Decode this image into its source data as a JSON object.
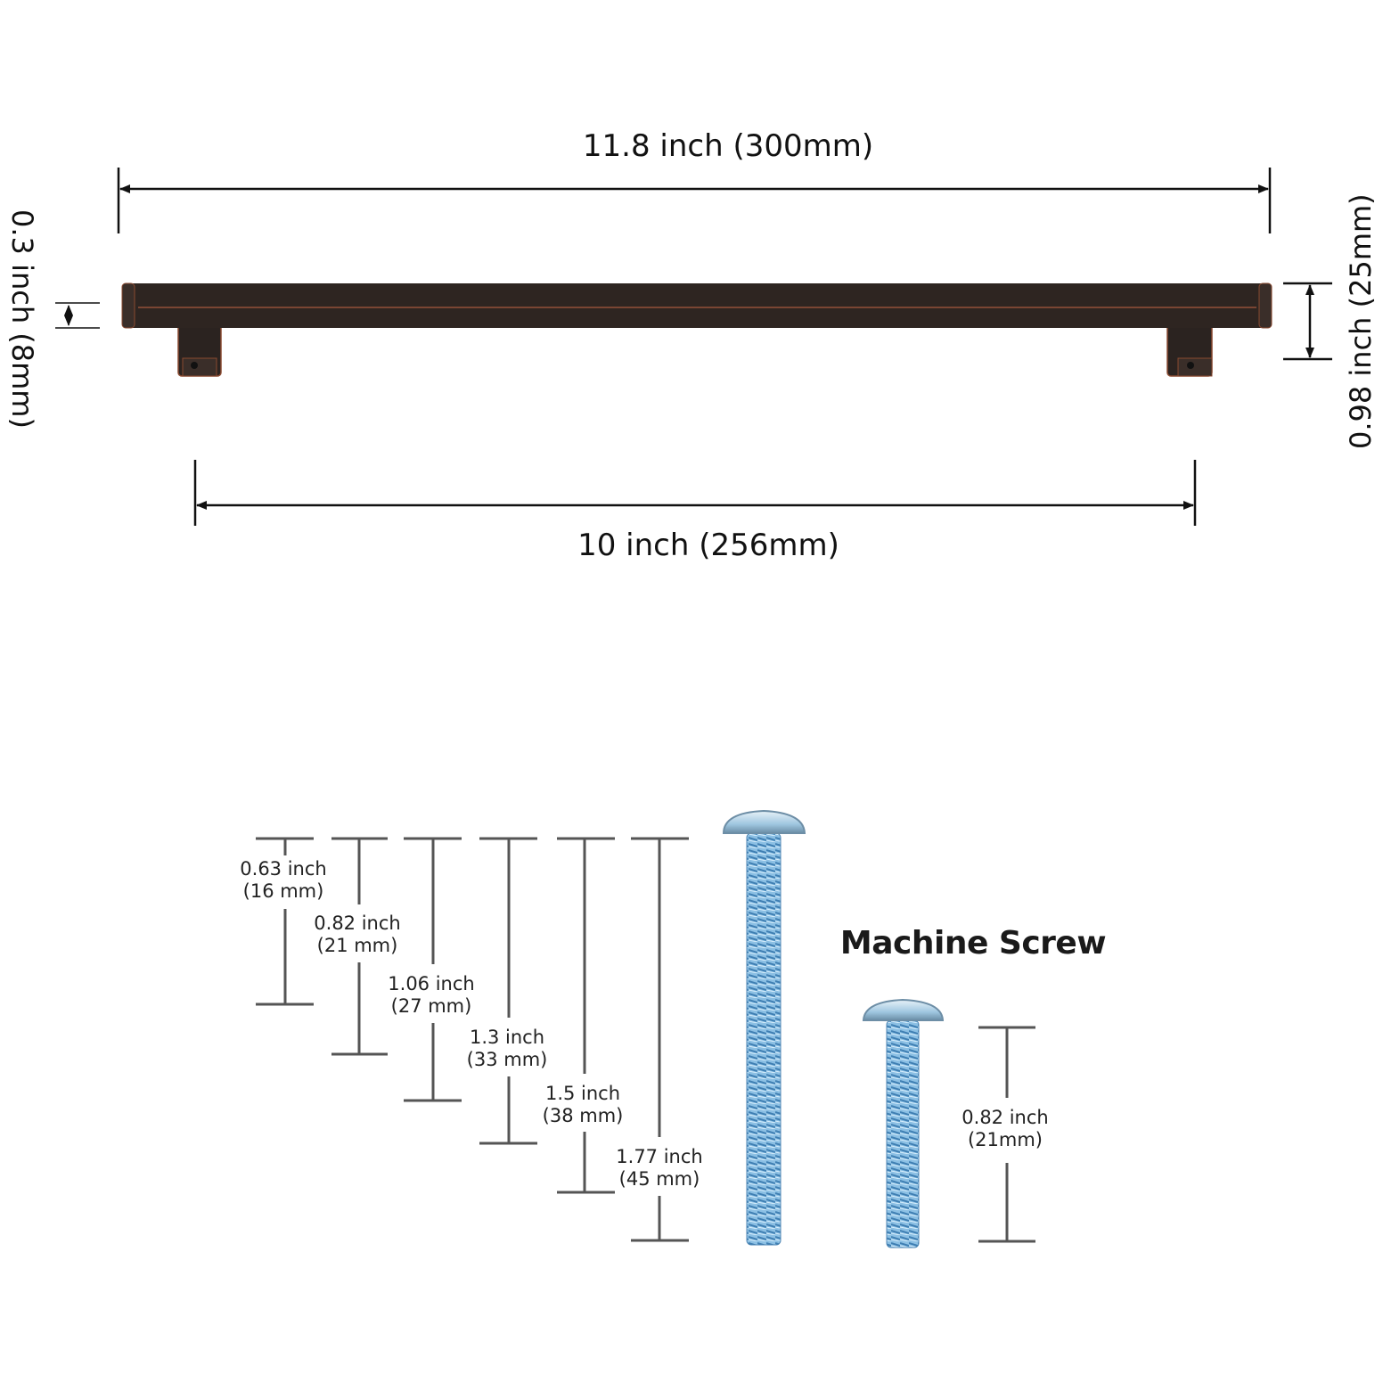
{
  "handle": {
    "overall_length": "11.8 inch (300mm)",
    "hole_spacing": "10 inch (256mm)",
    "bar_thickness": "0.3 inch (8mm)",
    "projection": "0.98 inch (25mm)"
  },
  "screws": {
    "title": "Machine Screw",
    "lengths": [
      {
        "inch": "0.63 inch",
        "mm": "(16 mm)"
      },
      {
        "inch": "0.82 inch",
        "mm": "(21 mm)"
      },
      {
        "inch": "1.06 inch",
        "mm": "(27 mm)"
      },
      {
        "inch": "1.3 inch",
        "mm": "(33 mm)"
      },
      {
        "inch": "1.5 inch",
        "mm": "(38 mm)"
      },
      {
        "inch": "1.77 inch",
        "mm": "(45 mm)"
      }
    ],
    "short_screw": {
      "inch": "0.82 inch",
      "mm": "(21mm)"
    }
  },
  "colors": {
    "handle": "#2e2521",
    "copper": "#8a4a30",
    "screw": "#7fb3d9",
    "line": "#555555"
  }
}
